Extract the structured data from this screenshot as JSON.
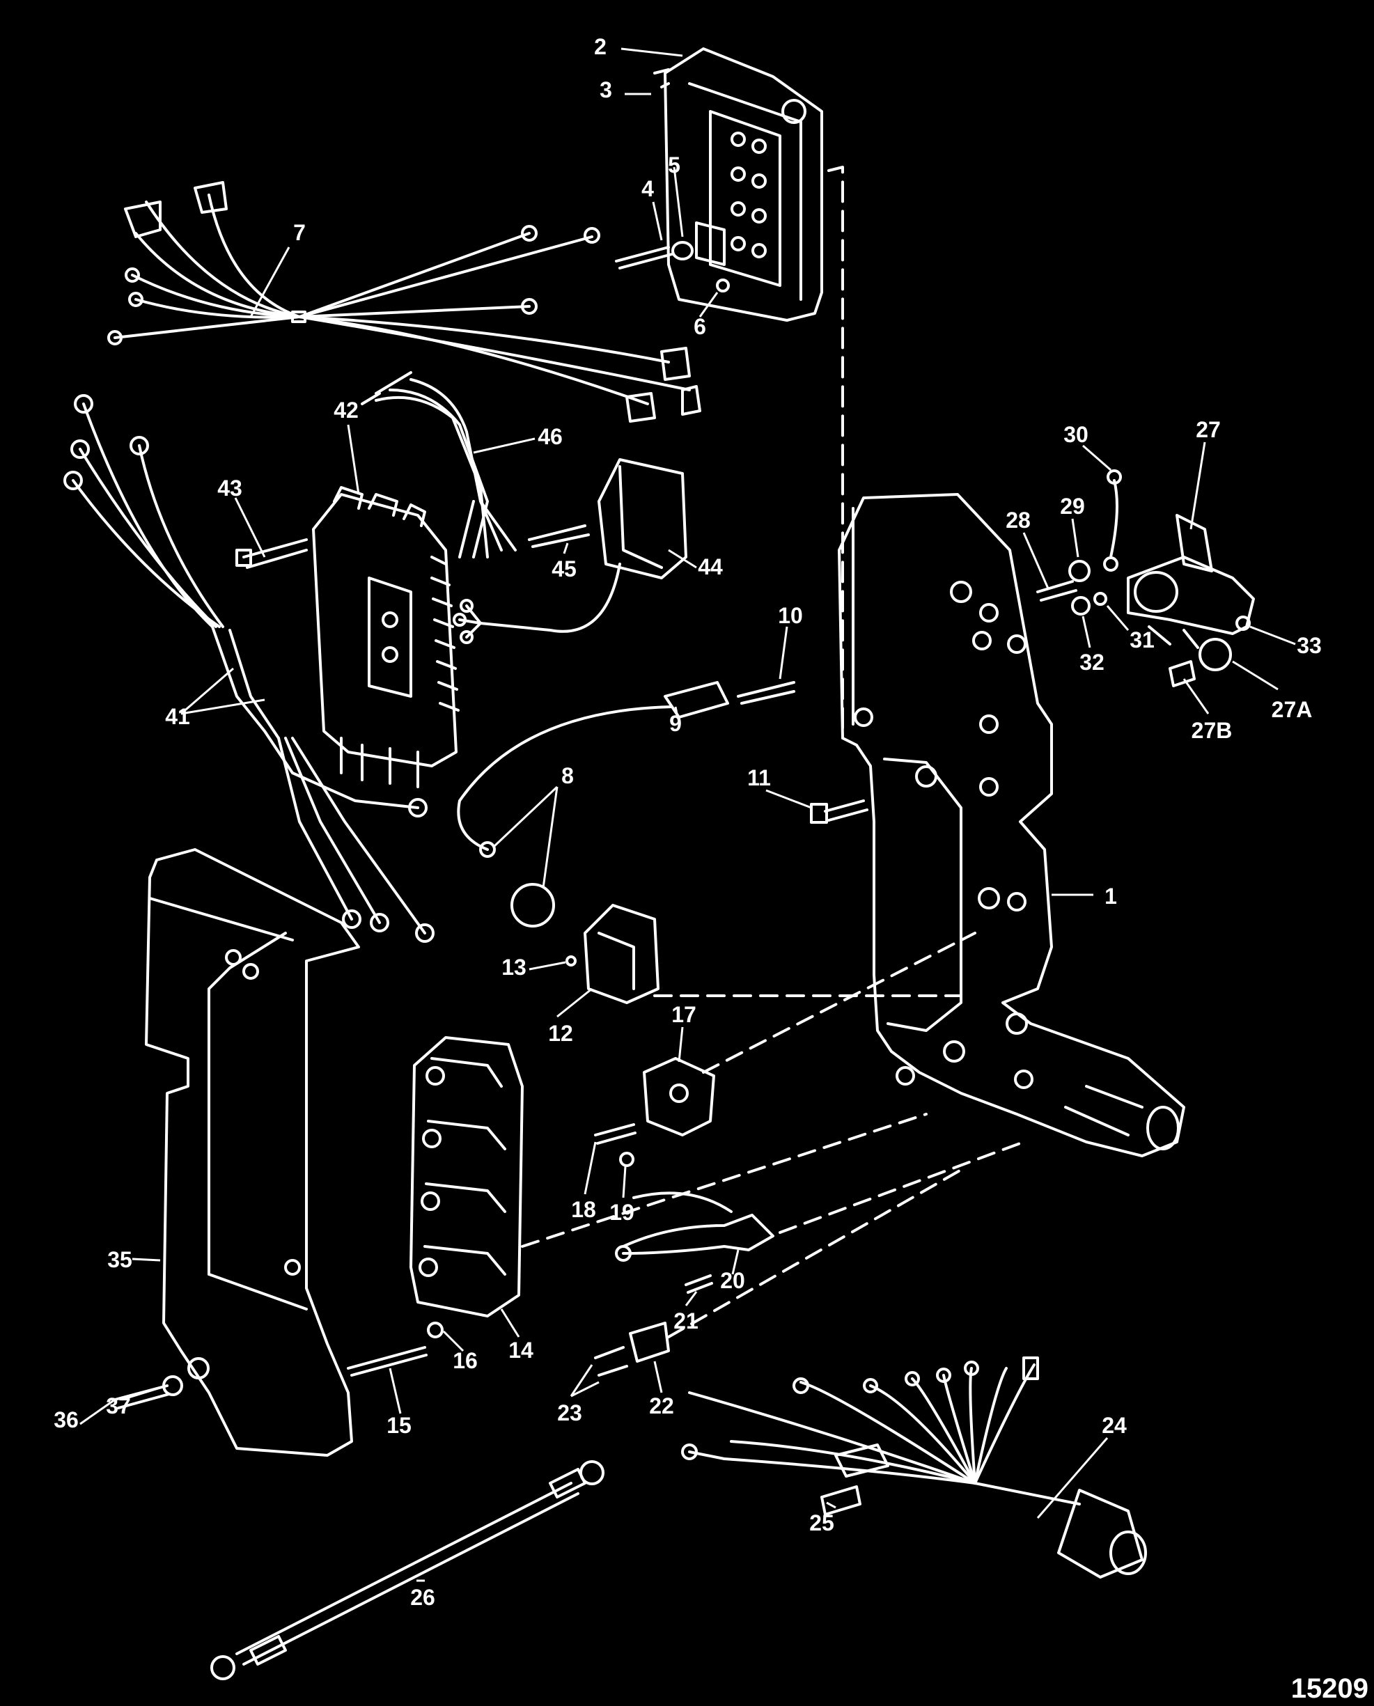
{
  "diagram": {
    "figure_number": "15209",
    "colors": {
      "background": "#000000",
      "line": "#ffffff"
    },
    "callouts": [
      "1",
      "2",
      "3",
      "4",
      "5",
      "6",
      "7",
      "8",
      "9",
      "10",
      "11",
      "12",
      "13",
      "14",
      "15",
      "16",
      "17",
      "18",
      "19",
      "20",
      "21",
      "22",
      "23",
      "24",
      "25",
      "26",
      "27",
      "27A",
      "27B",
      "28",
      "29",
      "30",
      "31",
      "32",
      "33",
      "35",
      "36",
      "37",
      "41",
      "42",
      "43",
      "44",
      "45",
      "46"
    ]
  }
}
